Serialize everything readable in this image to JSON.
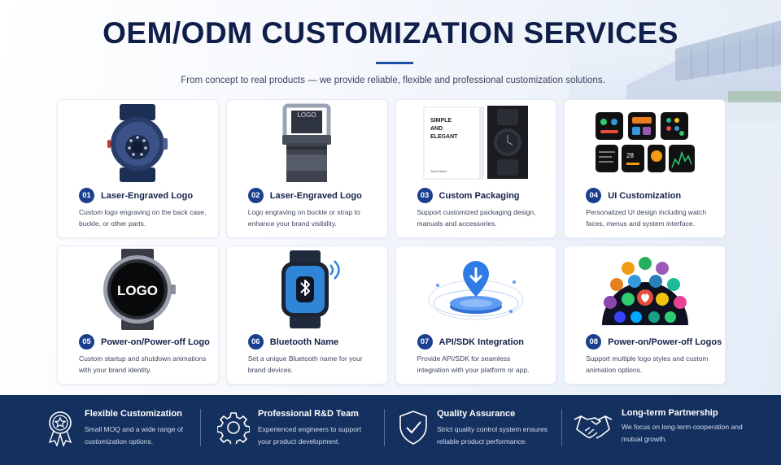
{
  "header": {
    "title": "OEM/ODM CUSTOMIZATION SERVICES",
    "subtitle": "From concept to real products — we provide reliable, flexible and professional customization solutions."
  },
  "services": [
    {
      "num": "01",
      "title": "Laser-Engraved Logo",
      "desc": "Custom logo engraving on the back case, buckle, or other parts.",
      "image": "watch-caseback"
    },
    {
      "num": "02",
      "title": "Laser-Engraved Logo",
      "desc": "Logo engraving on buckle or strap to enhance your brand visibility.",
      "image": "strap-buckle",
      "image_text": "LOGO"
    },
    {
      "num": "03",
      "title": "Custom Packaging",
      "desc": "Support customized packaging design, manuals and accessories.",
      "image": "packaging-box",
      "image_text": "SIMPLE AND ELEGANT",
      "image_small_text": "Smart Watch"
    },
    {
      "num": "04",
      "title": "UI Customization",
      "desc": "Personalized UI design including watch faces, menus and system interface.",
      "image": "ui-screens"
    },
    {
      "num": "05",
      "title": "Power-on/Power-off Logo",
      "desc": "Custom startup and shutdown animations with your brand identity.",
      "image": "watch-logo",
      "image_text": "LOGO"
    },
    {
      "num": "06",
      "title": "Bluetooth Name",
      "desc": "Set a unique Bluetooth name for your brand devices.",
      "image": "bluetooth-watch"
    },
    {
      "num": "07",
      "title": "API/SDK Integration",
      "desc": "Provide API/SDK for seamless integration with your platform or app.",
      "image": "download-platform"
    },
    {
      "num": "08",
      "title": "Power-on/Power-off Logos",
      "desc": "Support multiple logo styles and custom animation options.",
      "image": "app-icons"
    }
  ],
  "features": [
    {
      "title": "Flexible Customization",
      "desc": "Small MOQ and a wide range of customization options.",
      "icon": "award-star-icon"
    },
    {
      "title": "Professional R&D Team",
      "desc": "Experienced engineers to support your product development.",
      "icon": "gear-icon"
    },
    {
      "title": "Quality Assurance",
      "desc": "Strict quality control system ensures reliable product performance.",
      "icon": "shield-check-icon"
    },
    {
      "title": "Long-term Partnership",
      "desc": "We focus on long-term cooperation and mutual growth.",
      "icon": "handshake-icon"
    }
  ],
  "colors": {
    "primary": "#1a3f8f",
    "footer": "#14305f",
    "title": "#0f1f4a"
  }
}
